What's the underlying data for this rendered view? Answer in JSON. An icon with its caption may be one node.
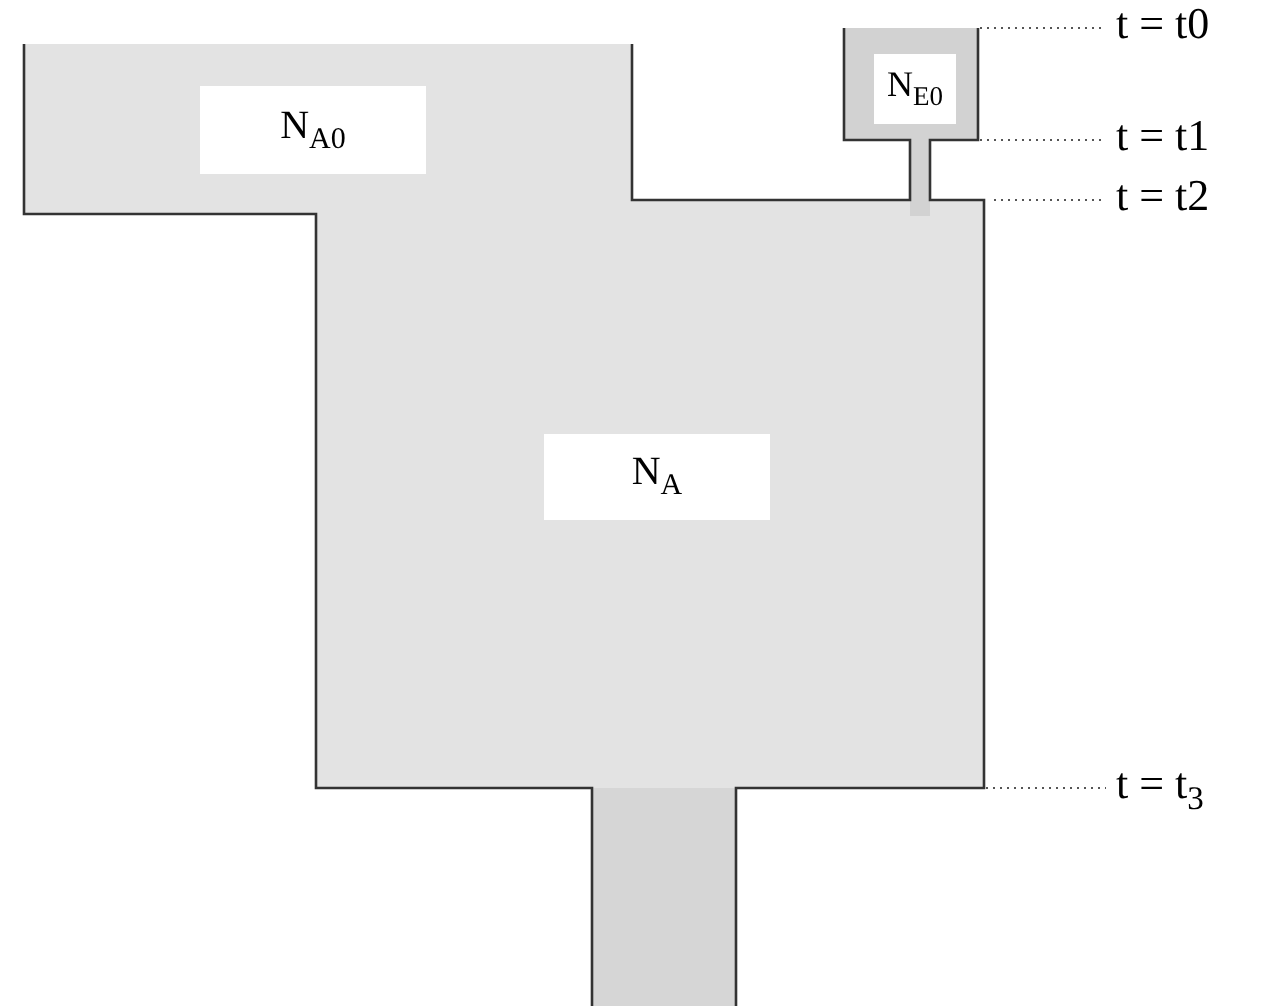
{
  "diagram": {
    "nodes": [
      {
        "text": [
          "N$_{A0}$"
        ]
      },
      {
        "text": [
          "N$_{A}$"
        ]
      },
      {
        "text": [
          "N$_{E0}$"
        ]
      }
    ],
    "labels": [
      "t = t0",
      "t = t1",
      "t = t2",
      "t = t$_{3}$"
    ]
  }
}
